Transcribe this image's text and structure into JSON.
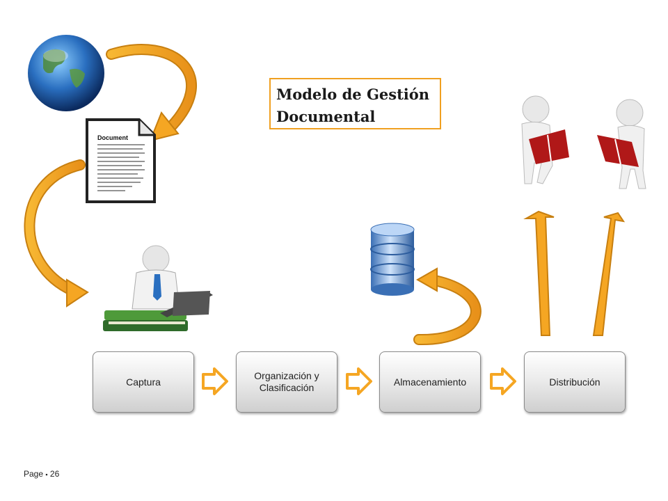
{
  "title": {
    "line1": "Modelo de Gestión",
    "line2": "Documental"
  },
  "steps": [
    {
      "label": "Captura"
    },
    {
      "label": "Organización y Clasificación"
    },
    {
      "label": "Almacenamiento"
    },
    {
      "label": "Distribución"
    }
  ],
  "document_icon": {
    "heading": "Document"
  },
  "footer": {
    "page_label": "Page",
    "separator": "▪",
    "page_number": "26"
  },
  "colors": {
    "accent": "#f5a623",
    "accent_dark": "#c77f10",
    "book_red": "#b01818",
    "db_blue": "#4a7fc0"
  },
  "icons": [
    "globe-icon",
    "document-icon",
    "person-laptop-icon",
    "database-icon",
    "person-reading-icon",
    "person-reading-icon"
  ]
}
